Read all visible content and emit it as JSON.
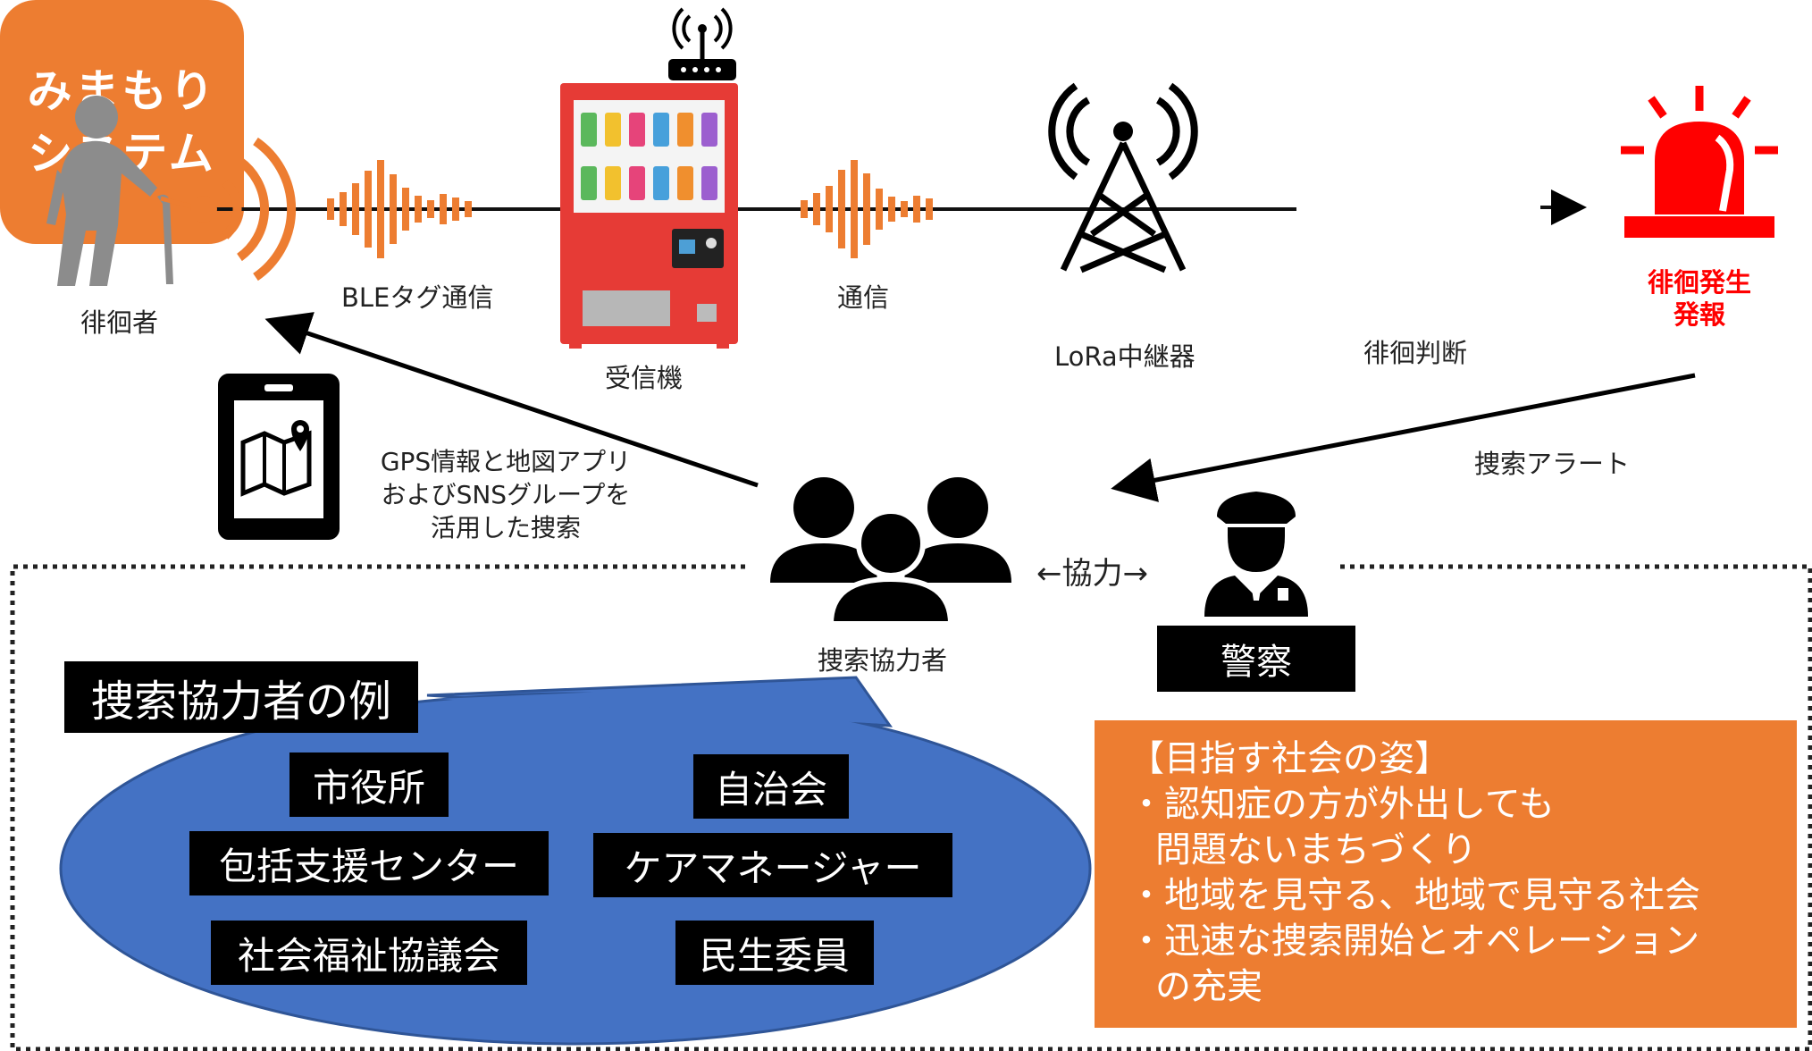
{
  "nodes": {
    "wanderer": "徘徊者",
    "ble": "BLEタグ通信",
    "receiver": "受信機",
    "comm": "通信",
    "lora": "LoRa中継器",
    "system_line1": "みまもり",
    "system_line2": "システム",
    "judgement": "徘徊判断",
    "alarm_line1": "徘徊発生",
    "alarm_line2": "発報"
  },
  "flows": {
    "alert": "捜索アラート",
    "gps_line1": "GPS情報と地図アプリ",
    "gps_line2": "およびSNSグループを",
    "gps_line3": "活用した捜索",
    "cooperation": "←協力→",
    "helpers": "捜索協力者",
    "police": "警察"
  },
  "examples": {
    "title": "捜索協力者の例",
    "items": [
      "市役所",
      "自治会",
      "包括支援センター",
      "ケアマネージャー",
      "社会福祉協議会",
      "民生委員"
    ]
  },
  "vision": {
    "title": "【目指す社会の姿】",
    "b1_line1": "・認知症の方が外出しても",
    "b1_line2": "問題ないまちづくり",
    "b2": "・地域を見守る、地域で見守る社会",
    "b3_line1": "・迅速な捜索開始とオペレーション",
    "b3_line2": "の充実"
  },
  "colors": {
    "orange": "#ed7d31",
    "red": "#ff0000",
    "blue": "#4472c4",
    "machine_red": "#e63b36",
    "person_gray": "#8c8c8c",
    "black": "#000000"
  },
  "icons": [
    "elderly-person-icon",
    "ble-signal-icon",
    "sound-wave-icon",
    "router-icon",
    "vending-machine-icon",
    "radio-tower-icon",
    "alarm-light-icon",
    "tablet-map-icon",
    "group-icon",
    "police-officer-icon"
  ]
}
